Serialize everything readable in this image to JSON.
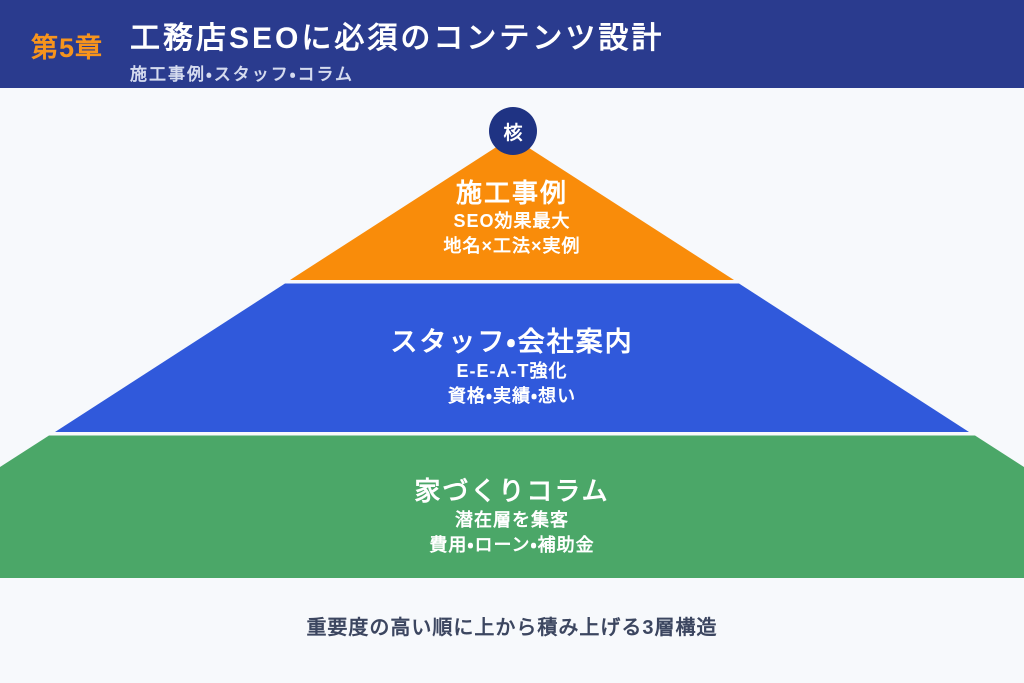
{
  "header": {
    "chapter": "第5章",
    "title": "工務店SEOに必須のコンテンツ設計",
    "subtitle": "施工事例・スタッフ・コラム"
  },
  "apex": {
    "label": "核"
  },
  "pyramid": {
    "layers": [
      {
        "rank": 1,
        "title": "施工事例",
        "line1": "SEO効果最大",
        "line2": "地名×工法×実例",
        "color": "#F98C0A"
      },
      {
        "rank": 2,
        "title": "スタッフ・会社案内",
        "line1": "E-E-A-T強化",
        "line2": "資格・実績・想い",
        "color": "#3059DB"
      },
      {
        "rank": 3,
        "title": "家づくりコラム",
        "line1": "潜在層を集客",
        "line2": "費用・ローン・補助金",
        "color": "#4BA768"
      }
    ]
  },
  "caption": "重要度の高い順に上から積み上げる3層構造",
  "colors": {
    "page_bg": "#F7F9FC",
    "header_bg": "#2A3B8E",
    "chapter_text": "#F7941D",
    "title_text": "#FFFFFF",
    "subtitle_text": "#D5DBEF",
    "core_bg": "#1F3383",
    "core_text": "#FFFFFF",
    "layer_text": "#FFFFFF",
    "caption_text": "#3C4660"
  }
}
